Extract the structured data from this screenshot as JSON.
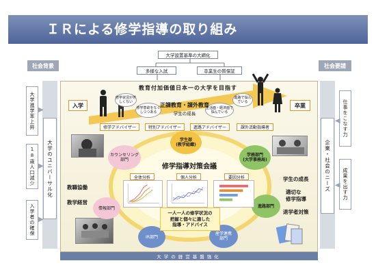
{
  "title": "ＩＲによる修学指導の取り組み",
  "top": {
    "header": "大学設置基準の大綱化",
    "left": "多様な入試",
    "right": "卒業生の質保証"
  },
  "left_side": {
    "header": "社会背景",
    "items": [
      "大学進学率上昇",
      "18歳人口減少",
      "入学者の確保"
    ],
    "center": "大学のユニバーサル化"
  },
  "right_side": {
    "header": "社会要請",
    "items": [
      "仕事をこなす力",
      "成果を出す力"
    ],
    "center": "企業・社会のニーズ"
  },
  "banner": "教育付加価値日本一の大学を目指す",
  "entry": "入学",
  "graduation": "卒業",
  "journey": {
    "bubble1": "修学状況が芳しくない",
    "bubble2": "修学意欲をなくしつつある",
    "bubble3": "生活面・経済面で悩んでいる",
    "bubble4": "進路で悩んでいる",
    "main": "正課教育・課外教育",
    "sub": "学生の成長"
  },
  "advisors": [
    "修学アドバイザー",
    "特別アドバイザー",
    "進路アドバイザー",
    "課外活動指導者"
  ],
  "hub": {
    "council": "修学指導対策会議",
    "faculty": "学生部\n(教学組織)",
    "counseling": "カウンセリング\n部門",
    "academic": "学務部門\n(大学事務局)",
    "info": "情報部門",
    "career": "進路部門",
    "ir": "IR部門",
    "industry": "産学連携\n部門",
    "analysis": [
      "全体分析",
      "個人分析",
      "要因分析"
    ],
    "guidance": "一人一人の修学状況の\n把握と個々に適した\n指導・アドバイス"
  },
  "left_outcomes": [
    "教職協働",
    "教学経営"
  ],
  "right_outcomes": [
    "学生の成長",
    "適切な\n修学指導",
    "退学者対策"
  ],
  "footer": "大学の経営基盤強化",
  "colors": {
    "title_bar": "#5a6f9f",
    "orange": "#e59323",
    "arrow": "#f3c343",
    "gray": "#9ea7b6",
    "green": "#8bbf5a",
    "blue": "#6f8fcb",
    "pink": "#e9b6c8"
  }
}
